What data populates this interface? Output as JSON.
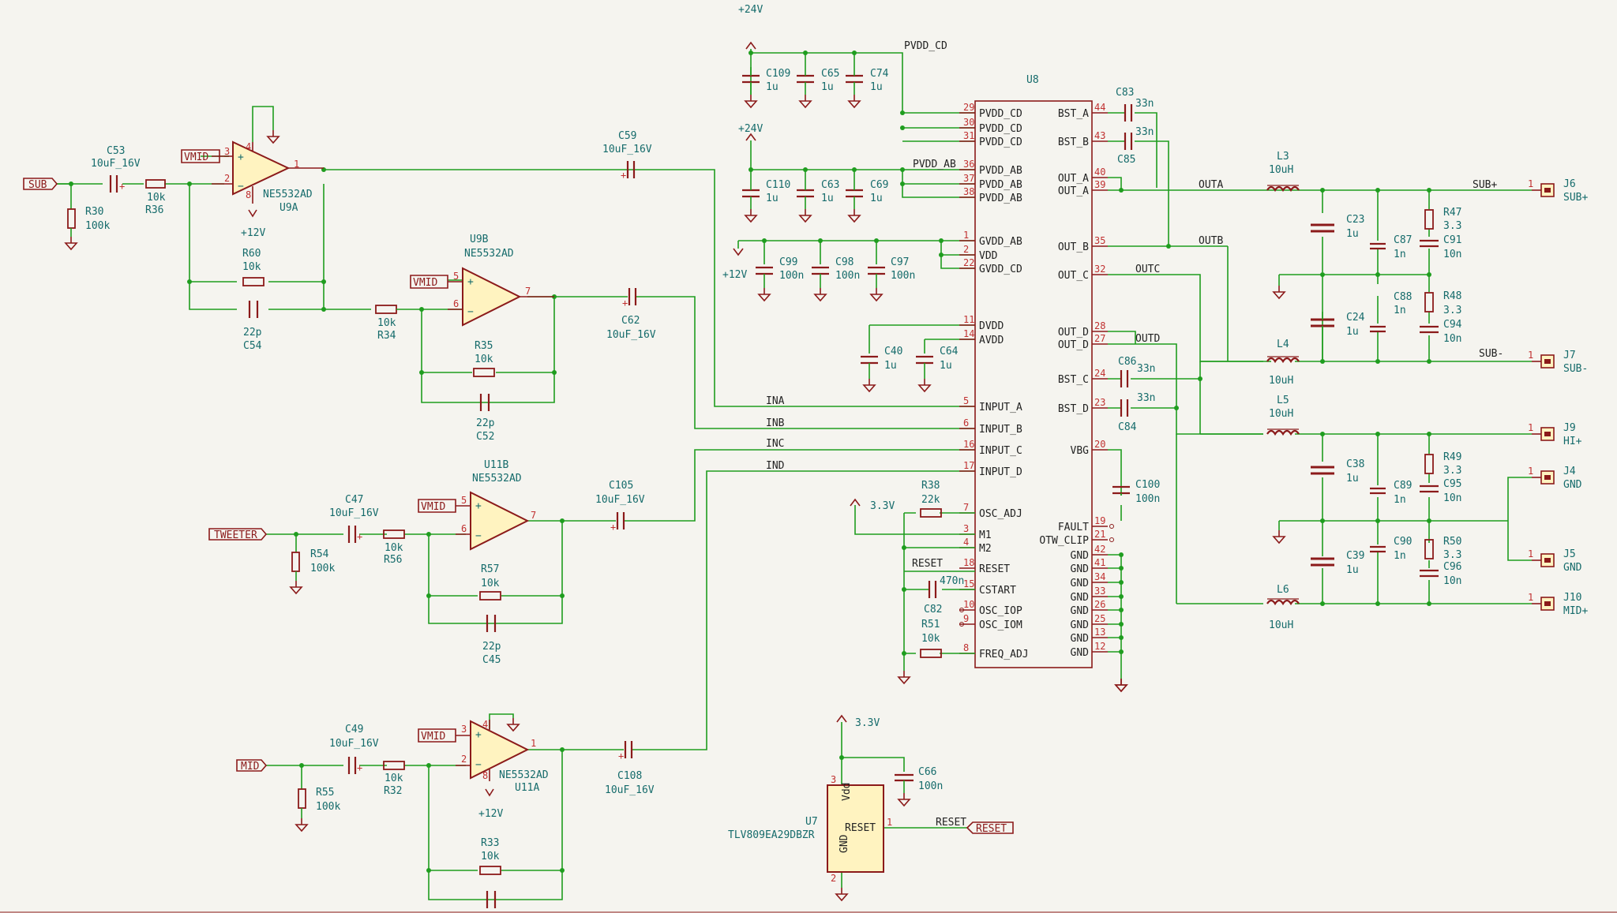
{
  "power": {
    "p24v": "+24V",
    "p12v": "+12V",
    "p3v3": "3.3V",
    "vmid": "VMID"
  },
  "ports": {
    "sub": "SUB",
    "tweeter": "TWEETER",
    "mid": "MID",
    "reset": "RESET"
  },
  "nets": {
    "pvdd_cd": "PVDD_CD",
    "pvdd_ab": "PVDD_AB",
    "ina": "INA",
    "inb": "INB",
    "inc": "INC",
    "ind": "IND",
    "outa": "OUTA",
    "outb": "OUTB",
    "outc": "OUTC",
    "outd": "OUTD",
    "subp": "SUB+",
    "subm": "SUB-",
    "reset": "RESET"
  },
  "amp": {
    "ref": "U8",
    "pins_left": [
      {
        "n": "29",
        "name": "PVDD_CD"
      },
      {
        "n": "30",
        "name": "PVDD_CD"
      },
      {
        "n": "31",
        "name": "PVDD_CD"
      },
      {
        "n": "36",
        "name": "PVDD_AB"
      },
      {
        "n": "37",
        "name": "PVDD_AB"
      },
      {
        "n": "38",
        "name": "PVDD_AB"
      },
      {
        "n": "1",
        "name": "GVDD_AB"
      },
      {
        "n": "2",
        "name": "VDD"
      },
      {
        "n": "22",
        "name": "GVDD_CD"
      },
      {
        "n": "11",
        "name": "DVDD"
      },
      {
        "n": "14",
        "name": "AVDD"
      },
      {
        "n": "5",
        "name": "INPUT_A"
      },
      {
        "n": "6",
        "name": "INPUT_B"
      },
      {
        "n": "16",
        "name": "INPUT_C"
      },
      {
        "n": "17",
        "name": "INPUT_D"
      },
      {
        "n": "7",
        "name": "OSC_ADJ"
      },
      {
        "n": "3",
        "name": "M1"
      },
      {
        "n": "4",
        "name": "M2"
      },
      {
        "n": "18",
        "name": "RESET"
      },
      {
        "n": "15",
        "name": "CSTART"
      },
      {
        "n": "10",
        "name": "OSC_IOP"
      },
      {
        "n": "9",
        "name": "OSC_IOM"
      },
      {
        "n": "8",
        "name": "FREQ_ADJ"
      }
    ],
    "pins_right": [
      {
        "n": "44",
        "name": "BST_A"
      },
      {
        "n": "43",
        "name": "BST_B"
      },
      {
        "n": "40",
        "name": "OUT_A"
      },
      {
        "n": "39",
        "name": "OUT_A"
      },
      {
        "n": "35",
        "name": "OUT_B"
      },
      {
        "n": "32",
        "name": "OUT_C"
      },
      {
        "n": "28",
        "name": "OUT_D"
      },
      {
        "n": "27",
        "name": "OUT_D"
      },
      {
        "n": "24",
        "name": "BST_C"
      },
      {
        "n": "23",
        "name": "BST_D"
      },
      {
        "n": "20",
        "name": "VBG"
      },
      {
        "n": "19",
        "name": "FAULT"
      },
      {
        "n": "21",
        "name": "OTW_CLIP"
      },
      {
        "n": "42",
        "name": "GND"
      },
      {
        "n": "41",
        "name": "GND"
      },
      {
        "n": "34",
        "name": "GND"
      },
      {
        "n": "33",
        "name": "GND"
      },
      {
        "n": "26",
        "name": "GND"
      },
      {
        "n": "25",
        "name": "GND"
      },
      {
        "n": "13",
        "name": "GND"
      },
      {
        "n": "12",
        "name": "GND"
      }
    ]
  },
  "opamps": [
    {
      "ref": "U9A",
      "part": "NE5532AD",
      "pin_in_p": "3",
      "pin_in_n": "2",
      "pin_out": "1",
      "pin_vp": "4",
      "pin_vn": "8"
    },
    {
      "ref": "U9B",
      "part": "NE5532AD",
      "pin_in_p": "5",
      "pin_in_n": "6",
      "pin_out": "7"
    },
    {
      "ref": "U11B",
      "part": "NE5532AD",
      "pin_in_p": "5",
      "pin_in_n": "6",
      "pin_out": "7"
    },
    {
      "ref": "U11A",
      "part": "NE5532AD",
      "pin_in_p": "3",
      "pin_in_n": "2",
      "pin_out": "1",
      "pin_vp": "4",
      "pin_vn": "8"
    }
  ],
  "supervisor": {
    "ref": "U7",
    "part": "TLV809EA29DBZR",
    "vdd": "Vdd",
    "gnd": "GND",
    "reset": "RESET",
    "pin3": "3",
    "pin2": "2",
    "pin1": "1"
  },
  "parts": {
    "C53": "10uF_16V",
    "R36": "10k",
    "R30": "100k",
    "R60": "10k",
    "C54": "22p",
    "R34": "10k",
    "C59": "10uF_16V",
    "C62": "10uF_16V",
    "R35": "10k",
    "C52": "22p",
    "C47": "10uF_16V",
    "R56": "10k",
    "R54": "100k",
    "R57": "10k",
    "C45": "22p",
    "C105": "10uF_16V",
    "C49": "10uF_16V",
    "R32": "10k",
    "R55": "100k",
    "R33": "10k",
    "C108": "10uF_16V",
    "C109": "1u",
    "C65": "1u",
    "C74": "1u",
    "C110": "1u",
    "C63": "1u",
    "C69": "1u",
    "C99": "100n",
    "C98": "100n",
    "C97": "100n",
    "C40": "1u",
    "C64": "1u",
    "R38": "22k",
    "C82": "470n",
    "R51": "10k",
    "C83": "33n",
    "C85": "33n",
    "C86": "33n",
    "C84": "33n",
    "C100": "100n",
    "L3": "10uH",
    "L4": "10uH",
    "L5": "10uH",
    "L6": "10uH",
    "C23": "1u",
    "C24": "1u",
    "C87": "1n",
    "C88": "1n",
    "R47": "3.3",
    "C91": "10n",
    "R48": "3.3",
    "C94": "10n",
    "C38": "1u",
    "C39": "1u",
    "C89": "1n",
    "C90": "1n",
    "R49": "3.3",
    "C95": "10n",
    "R50": "3.3",
    "C96": "10n",
    "C66": "100n"
  },
  "connectors": [
    {
      "ref": "J6",
      "net": "SUB+",
      "pin": "1"
    },
    {
      "ref": "J7",
      "net": "SUB-",
      "pin": "1"
    },
    {
      "ref": "J9",
      "net": "HI+",
      "pin": "1"
    },
    {
      "ref": "J4",
      "net": "GND",
      "pin": "1"
    },
    {
      "ref": "J5",
      "net": "GND",
      "pin": "1"
    },
    {
      "ref": "J10",
      "net": "MID+",
      "pin": "1"
    }
  ]
}
